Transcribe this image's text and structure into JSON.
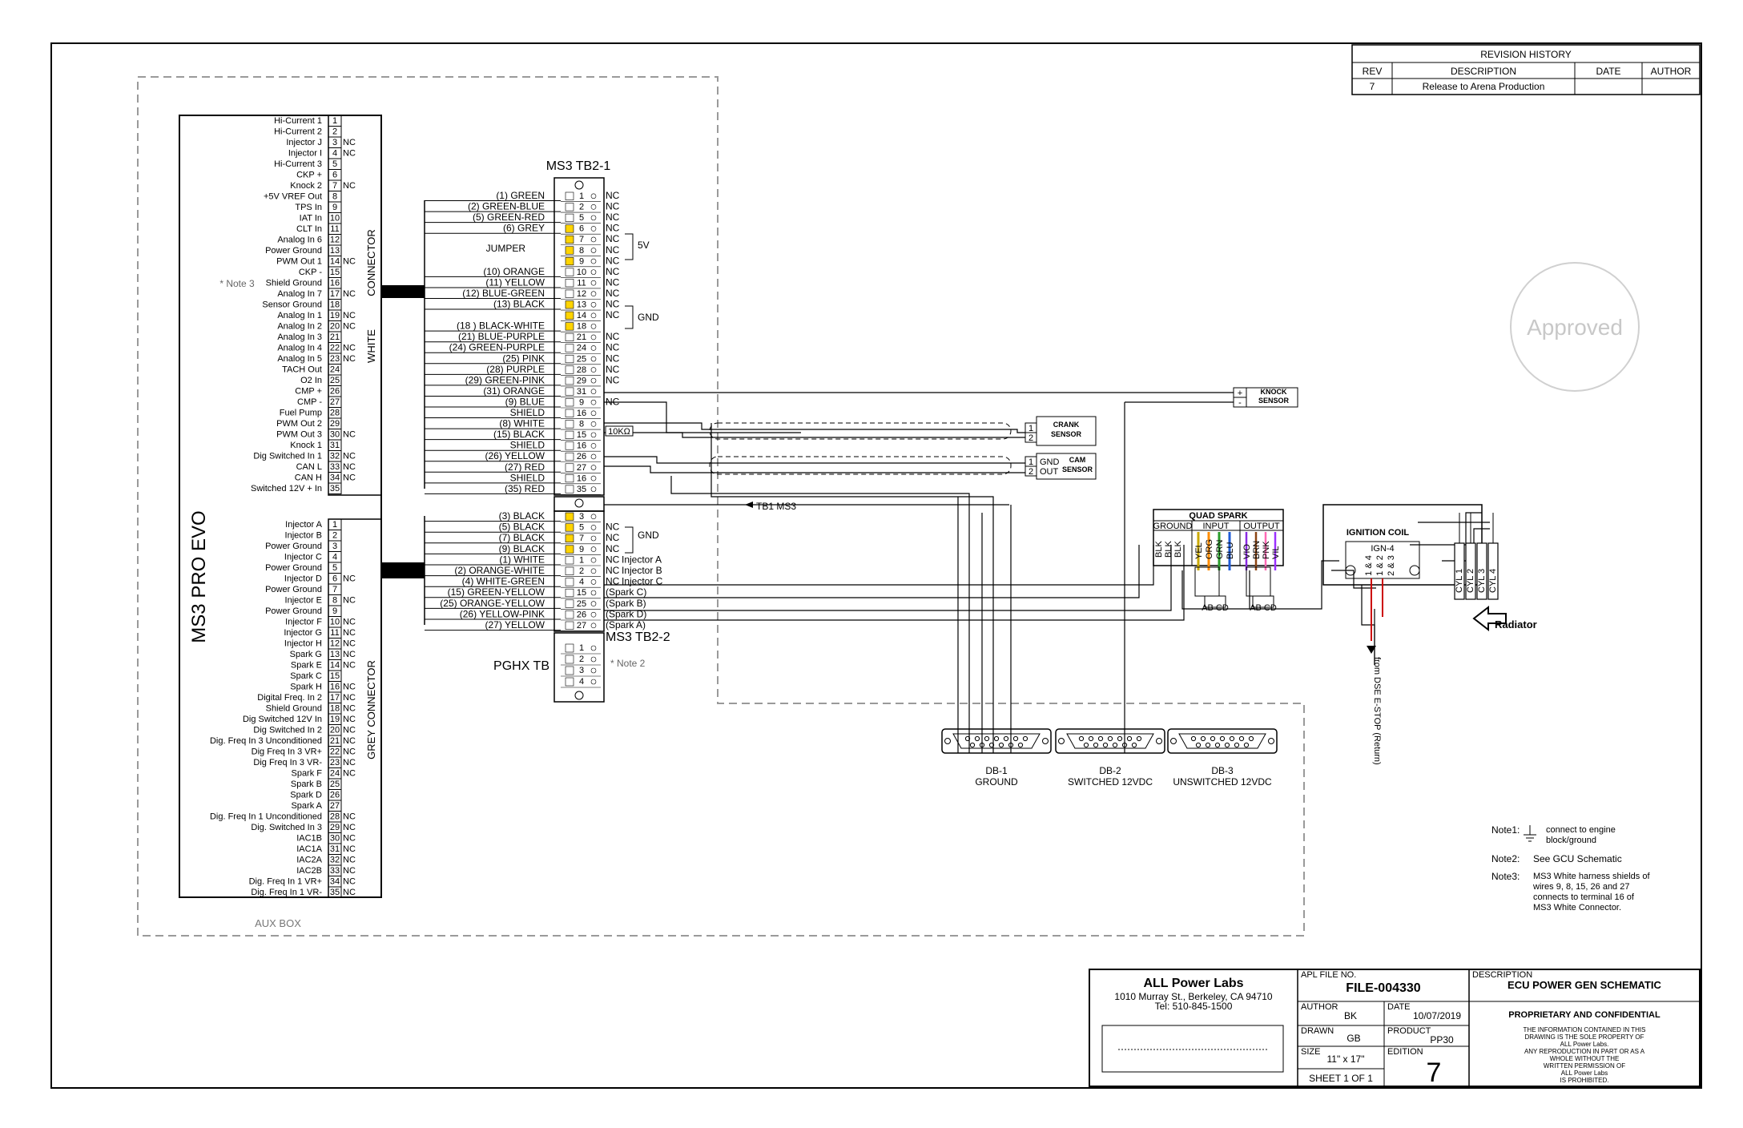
{
  "revision": {
    "title": "REVISION HISTORY",
    "headers": [
      "REV",
      "DESCRIPTION",
      "DATE",
      "AUTHOR"
    ],
    "rows": [
      [
        "7",
        "Release to Arena Production",
        "",
        ""
      ]
    ]
  },
  "stamp": "Approved",
  "aux_box": {
    "label": "AUX BOX",
    "note3": "* Note 3"
  },
  "ecu": {
    "name": "MS3 PRO EVO",
    "white_connector_label": "WHITE",
    "white_connector_suffix": "CONNECTOR",
    "grey_connector_label": "GREY CONNECTOR",
    "white_pins": [
      [
        "Hi-Current 1",
        "1",
        ""
      ],
      [
        "Hi-Current 2",
        "2",
        ""
      ],
      [
        "Injector J",
        "3",
        "NC"
      ],
      [
        "Injector I",
        "4",
        "NC"
      ],
      [
        "Hi-Current 3",
        "5",
        ""
      ],
      [
        "CKP +",
        "6",
        ""
      ],
      [
        "Knock 2",
        "7",
        "NC"
      ],
      [
        "+5V VREF Out",
        "8",
        ""
      ],
      [
        "TPS In",
        "9",
        ""
      ],
      [
        "IAT In",
        "10",
        ""
      ],
      [
        "CLT In",
        "11",
        ""
      ],
      [
        "Analog In 6",
        "12",
        ""
      ],
      [
        "Power Ground",
        "13",
        ""
      ],
      [
        "PWM Out 1",
        "14",
        "NC"
      ],
      [
        "CKP -",
        "15",
        ""
      ],
      [
        "Shield Ground",
        "16",
        ""
      ],
      [
        "Analog In 7",
        "17",
        "NC"
      ],
      [
        "Sensor Ground",
        "18",
        ""
      ],
      [
        "Analog In 1",
        "19",
        "NC"
      ],
      [
        "Analog In 2",
        "20",
        "NC"
      ],
      [
        "Analog In 3",
        "21",
        ""
      ],
      [
        "Analog In 4",
        "22",
        "NC"
      ],
      [
        "Analog In 5",
        "23",
        "NC"
      ],
      [
        "TACH Out",
        "24",
        ""
      ],
      [
        "O2 In",
        "25",
        ""
      ],
      [
        "CMP +",
        "26",
        ""
      ],
      [
        "CMP -",
        "27",
        ""
      ],
      [
        "Fuel Pump",
        "28",
        ""
      ],
      [
        "PWM Out 2",
        "29",
        ""
      ],
      [
        "PWM Out 3",
        "30",
        "NC"
      ],
      [
        "Knock 1",
        "31",
        ""
      ],
      [
        "Dig Switched In 1",
        "32",
        "NC"
      ],
      [
        "CAN L",
        "33",
        "NC"
      ],
      [
        "CAN H",
        "34",
        "NC"
      ],
      [
        "Switched 12V + In",
        "35",
        ""
      ]
    ],
    "grey_pins": [
      [
        "Injector A",
        "1",
        ""
      ],
      [
        "Injector B",
        "2",
        ""
      ],
      [
        "Power Ground",
        "3",
        ""
      ],
      [
        "Injector C",
        "4",
        ""
      ],
      [
        "Power Ground",
        "5",
        ""
      ],
      [
        "Injector D",
        "6",
        "NC"
      ],
      [
        "Power Ground",
        "7",
        ""
      ],
      [
        "Injector E",
        "8",
        "NC"
      ],
      [
        "Power Ground",
        "9",
        ""
      ],
      [
        "Injector F",
        "10",
        "NC"
      ],
      [
        "Injector G",
        "11",
        "NC"
      ],
      [
        "Injector H",
        "12",
        "NC"
      ],
      [
        "Spark G",
        "13",
        "NC"
      ],
      [
        "Spark E",
        "14",
        "NC"
      ],
      [
        "Spark C",
        "15",
        ""
      ],
      [
        "Spark H",
        "16",
        "NC"
      ],
      [
        "Digital Freq. In 2",
        "17",
        "NC"
      ],
      [
        "Shield Ground",
        "18",
        "NC"
      ],
      [
        "Dig Switched 12V In",
        "19",
        "NC"
      ],
      [
        "Dig Switched In 2",
        "20",
        "NC"
      ],
      [
        "Dig. Freq In 3 Unconditioned",
        "21",
        "NC"
      ],
      [
        "Dig Freq In 3 VR+",
        "22",
        "NC"
      ],
      [
        "Dig Freq In 3 VR-",
        "23",
        "NC"
      ],
      [
        "Spark F",
        "24",
        "NC"
      ],
      [
        "Spark B",
        "25",
        ""
      ],
      [
        "Spark D",
        "26",
        ""
      ],
      [
        "Spark A",
        "27",
        ""
      ],
      [
        "Dig. Freq In 1 Unconditioned",
        "28",
        "NC"
      ],
      [
        "Dig. Switched In 3",
        "29",
        "NC"
      ],
      [
        "IAC1B",
        "30",
        "NC"
      ],
      [
        "IAC1A",
        "31",
        "NC"
      ],
      [
        "IAC2A",
        "32",
        "NC"
      ],
      [
        "IAC2B",
        "33",
        "NC"
      ],
      [
        "Dig. Freq In 1 VR+",
        "34",
        "NC"
      ],
      [
        "Dig. Freq In 1 VR-",
        "35",
        "NC"
      ]
    ]
  },
  "tb21": {
    "title": "MS3 TB2-1",
    "jumper": "JUMPER",
    "v5": "5V",
    "gnd": "GND",
    "rows": [
      [
        "(1) GREEN",
        "1",
        "NC"
      ],
      [
        "(2) GREEN-BLUE",
        "2",
        "NC"
      ],
      [
        "(5) GREEN-RED",
        "5",
        "NC"
      ],
      [
        "(6) GREY",
        "6",
        "NC"
      ],
      [
        "",
        "7",
        "NC"
      ],
      [
        "",
        "8",
        "NC"
      ],
      [
        "",
        "9",
        "NC"
      ],
      [
        "(10) ORANGE",
        "10",
        "NC"
      ],
      [
        "(11) YELLOW",
        "11",
        "NC"
      ],
      [
        "(12) BLUE-GREEN",
        "12",
        "NC"
      ],
      [
        "(13) BLACK",
        "13",
        "NC"
      ],
      [
        "",
        "14",
        "NC"
      ],
      [
        "(18 ) BLACK-WHITE",
        "18",
        ""
      ],
      [
        "(21) BLUE-PURPLE",
        "21",
        "NC"
      ],
      [
        "(24) GREEN-PURPLE",
        "24",
        "NC"
      ],
      [
        "(25) PINK",
        "25",
        "NC"
      ],
      [
        "(28) PURPLE",
        "28",
        "NC"
      ],
      [
        "(29) GREEN-PINK",
        "29",
        "NC"
      ],
      [
        "(31) ORANGE",
        "31",
        ""
      ],
      [
        "(9) BLUE",
        "9",
        "NC"
      ],
      [
        "SHIELD",
        "16",
        ""
      ],
      [
        "(8) WHITE",
        "8",
        ""
      ],
      [
        "(15) BLACK",
        "15",
        ""
      ],
      [
        "SHIELD",
        "16",
        ""
      ],
      [
        "(26) YELLOW",
        "26",
        ""
      ],
      [
        "(27) RED",
        "27",
        ""
      ],
      [
        "SHIELD",
        "16",
        ""
      ],
      [
        "(35) RED",
        "35",
        ""
      ]
    ],
    "resistor": "10KΩ",
    "tb1_ms3": "TB1 MS3"
  },
  "tb22": {
    "title": "MS3 TB2-2",
    "gnd": "GND",
    "rows": [
      [
        "(3) BLACK",
        "3",
        "",
        ""
      ],
      [
        "(5) BLACK",
        "5",
        "NC",
        ""
      ],
      [
        "(7) BLACK",
        "7",
        "NC",
        ""
      ],
      [
        "(9) BLACK",
        "9",
        "NC",
        ""
      ],
      [
        "(1) WHITE",
        "1",
        "NC",
        "Injector A"
      ],
      [
        "(2) ORANGE-WHITE",
        "2",
        "NC",
        "Injector B"
      ],
      [
        "(4) WHITE-GREEN",
        "4",
        "NC",
        "Injector C"
      ],
      [
        "(15) GREEN-YELLOW",
        "15",
        "(Spark C)",
        ""
      ],
      [
        "(25) ORANGE-YELLOW",
        "25",
        "(Spark B)",
        ""
      ],
      [
        "(26) YELLOW-PINK",
        "26",
        "(Spark D)",
        ""
      ],
      [
        "(27) YELLOW",
        "27",
        "(Spark A)",
        ""
      ]
    ]
  },
  "pghx": {
    "title": "PGHX TB",
    "note": "* Note 2",
    "pins": [
      "1",
      "2",
      "3",
      "4"
    ]
  },
  "sensors": {
    "knock": "KNOCK SENSOR",
    "crank": "CRANK SENSOR",
    "cam": "CAM SENSOR",
    "cam_pins": [
      "GND",
      "OUT"
    ],
    "plus": "+",
    "minus": "-"
  },
  "quad_spark": {
    "title": "QUAD SPARK",
    "ground": "GROUND",
    "input": "INPUT",
    "output": "OUTPUT",
    "pin_letters": "A B C D",
    "ground_wires": [
      "BLK",
      "BLK",
      "BLK"
    ],
    "input_wires": [
      "YEL",
      "ORG",
      "GRN",
      "BLU"
    ],
    "output_wires": [
      "VIO",
      "BRN",
      "PNK",
      "VIL"
    ],
    "connector_letters": "AB CD"
  },
  "ignition": {
    "title": "IGNITION COIL",
    "module": "IGN-4",
    "pairs": [
      "1 & 4",
      "1 & 2",
      "2 & 3"
    ],
    "estop": "from DSE E-STOP (Return)",
    "radiator": "Radiator",
    "cyl": [
      "CYL 1",
      "CYL 2",
      "CYL 3",
      "CYL 4"
    ]
  },
  "db": [
    {
      "name": "DB-1",
      "desc": "GROUND"
    },
    {
      "name": "DB-2",
      "desc": "SWITCHED 12VDC"
    },
    {
      "name": "DB-3",
      "desc": "UNSWITCHED 12VDC"
    }
  ],
  "notes": [
    {
      "key": "Note1:",
      "text": "connect to engine block/ground"
    },
    {
      "key": "Note2:",
      "text": "See GCU Schematic"
    },
    {
      "key": "Note3:",
      "text": "MS3 White harness shields of wires 9, 8, 15, 26 and 27 connects to terminal 16 of MS3 White Connector."
    }
  ],
  "title_block": {
    "company": "ALL Power Labs",
    "address": "1010 Murray St.,  Berkeley, CA 94710",
    "tel": "Tel:  510-845-1500",
    "apl_file_no_label": "APL FILE NO.",
    "file_no": "FILE-004330",
    "description_label": "DESCRIPTION",
    "description": "ECU POWER GEN SCHEMATIC",
    "author_label": "AUTHOR",
    "author": "BK",
    "date_label": "DATE",
    "date": "10/07/2019",
    "drawn_label": "DRAWN",
    "drawn": "GB",
    "product_label": "PRODUCT",
    "product": "PP30",
    "size_label": "SIZE",
    "size": "11\" x 17\"",
    "edition_label": "EDITION",
    "edition": "7",
    "sheet": "SHEET 1 OF 1",
    "prop_title": "PROPRIETARY AND CONFIDENTIAL",
    "prop_text": [
      "THE INFORMATION CONTAINED IN THIS",
      "DRAWING IS THE SOLE PROPERTY OF",
      "ALL Power Labs.",
      "ANY REPRODUCTION IN PART OR AS A",
      "WHOLE WITHOUT THE",
      "WRITTEN PERMISSION OF",
      "ALL Power Labs",
      "IS PROHIBITED."
    ]
  }
}
